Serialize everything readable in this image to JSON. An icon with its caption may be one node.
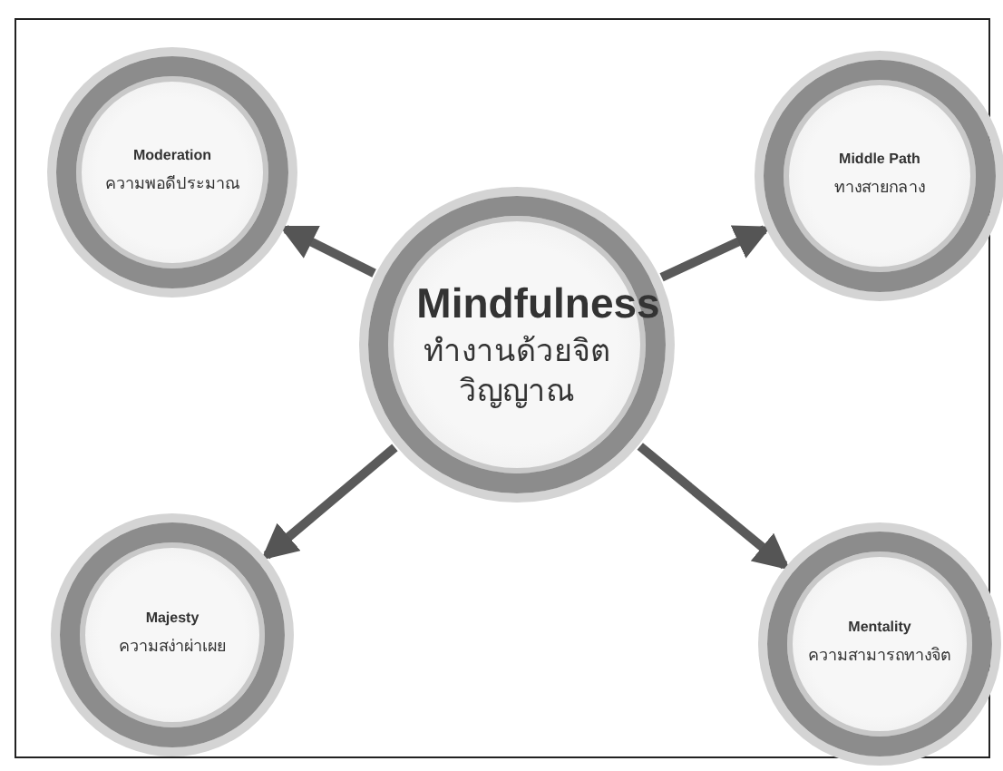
{
  "diagram": {
    "nodes": [
      {
        "text": [
          "Mindfulness",
          "ทำงานด้วยจิตวิญญาณ"
        ]
      },
      {
        "text": [
          "Moderation",
          "ความพอดีประมาณ"
        ]
      },
      {
        "text": [
          "Middle Path",
          "ทางสายกลาง"
        ]
      },
      {
        "text": [
          "Majesty",
          "ความสง่าผ่าเผย"
        ]
      },
      {
        "text": [
          "Mentality",
          "ความสามารถทางจิต"
        ]
      }
    ],
    "edges": [
      {
        "from": 0,
        "to": 1,
        "arrow": "to"
      },
      {
        "from": 0,
        "to": 2,
        "arrow": "to"
      },
      {
        "from": 0,
        "to": 3,
        "arrow": "to"
      },
      {
        "from": 0,
        "to": 4,
        "arrow": "to"
      }
    ]
  }
}
